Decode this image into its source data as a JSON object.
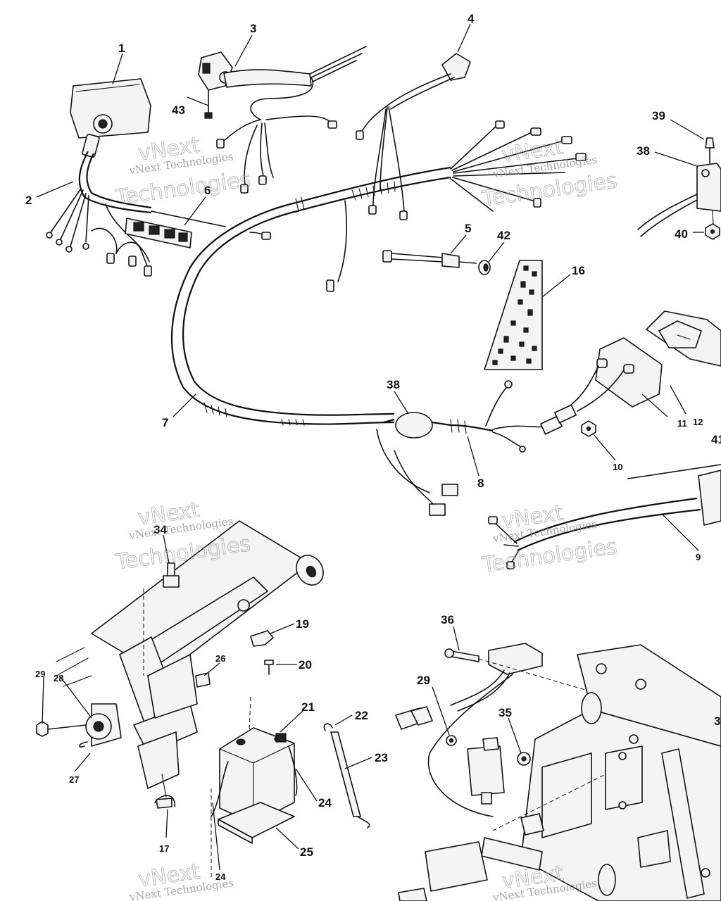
{
  "watermark": {
    "line1": "vNext Technologies",
    "line2": "vNext",
    "line3": "Technologies"
  },
  "callouts": {
    "c1": "1",
    "c2": "2",
    "c3": "3",
    "c4": "4",
    "c5": "5",
    "c6": "6",
    "c7": "7",
    "c8": "8",
    "c9": "9",
    "c10": "10",
    "c11": "11",
    "c12": "12",
    "c16": "16",
    "c17": "17",
    "c19": "19",
    "c20": "20",
    "c21": "21",
    "c22": "22",
    "c23": "23",
    "c24a": "24",
    "c24b": "24",
    "c25": "25",
    "c26": "26",
    "c27": "27",
    "c28": "28",
    "c29a": "29",
    "c29b": "29",
    "c34": "34",
    "c35": "35",
    "c36": "36",
    "c38a": "38",
    "c38b": "38",
    "c39": "39",
    "c40": "40",
    "c41": "41",
    "c42": "42",
    "c43": "43",
    "c3r": "3"
  }
}
